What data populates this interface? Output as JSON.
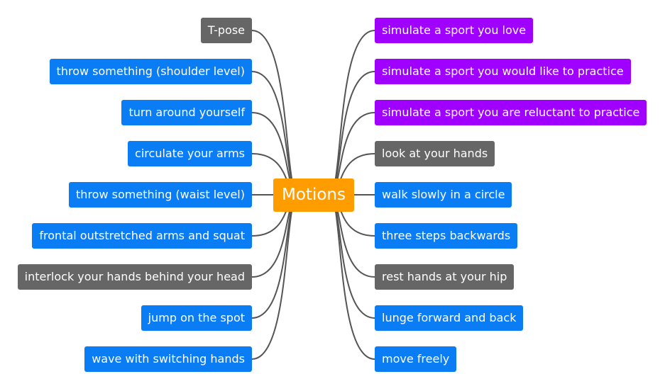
{
  "colors": {
    "center": "#ff9c00",
    "blue": "#0a7cf4",
    "gray": "#666666",
    "purple": "#a000ff",
    "line": "#555555"
  },
  "center": {
    "label": "Motions",
    "color": "center"
  },
  "left_nodes": [
    {
      "label": "T-pose",
      "color": "gray"
    },
    {
      "label": "throw something (shoulder level)",
      "color": "blue"
    },
    {
      "label": "turn around yourself",
      "color": "blue"
    },
    {
      "label": "circulate your arms",
      "color": "blue"
    },
    {
      "label": "throw something (waist level)",
      "color": "blue"
    },
    {
      "label": "frontal outstretched arms and squat",
      "color": "blue"
    },
    {
      "label": "interlock your hands behind your head",
      "color": "gray"
    },
    {
      "label": "jump on the spot",
      "color": "blue"
    },
    {
      "label": "wave with switching hands",
      "color": "blue"
    }
  ],
  "right_nodes": [
    {
      "label": "simulate a sport you love",
      "color": "purple"
    },
    {
      "label": "simulate a sport you would like to practice",
      "color": "purple"
    },
    {
      "label": "simulate a sport you are reluctant to practice",
      "color": "purple"
    },
    {
      "label": "look at your hands",
      "color": "gray"
    },
    {
      "label": "walk slowly in a circle",
      "color": "blue"
    },
    {
      "label": "three steps backwards",
      "color": "blue"
    },
    {
      "label": "rest hands at your hip",
      "color": "gray"
    },
    {
      "label": "lunge forward and back",
      "color": "blue"
    },
    {
      "label": "move freely",
      "color": "blue"
    }
  ]
}
